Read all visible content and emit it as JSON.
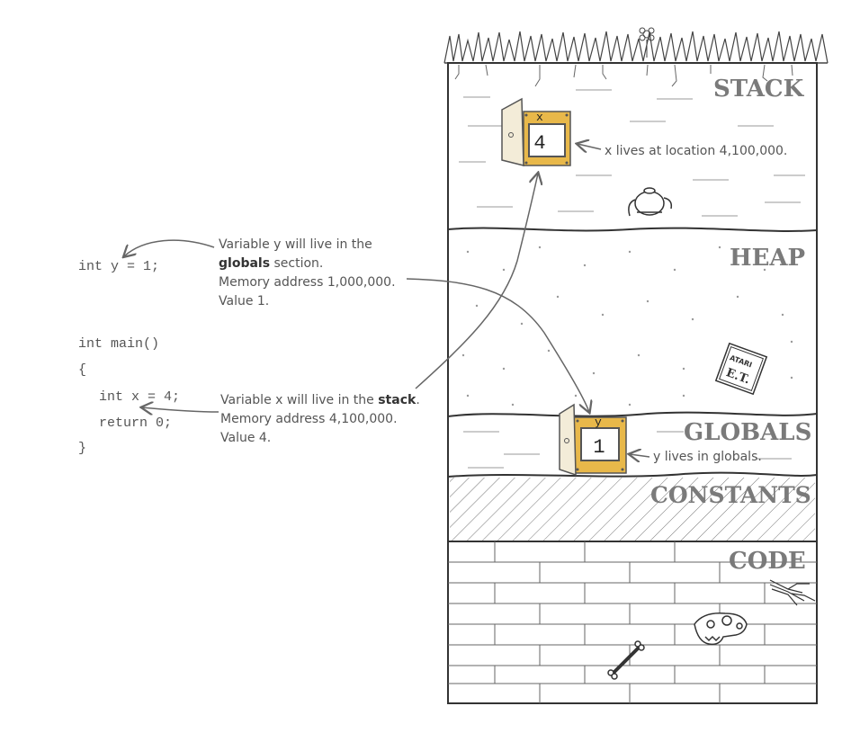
{
  "code": {
    "global_decl": "int y = 1;",
    "main_sig": "int main()",
    "open_brace": "{",
    "local_decl": "int x = 4;",
    "return_stmt": "return 0;",
    "close_brace": "}"
  },
  "annotations": {
    "y_note": {
      "line1": "Variable y will live in the",
      "line2_bold": "globals",
      "line2_rest": " section.",
      "line3": "Memory address 1,000,000.",
      "line4": "Value 1."
    },
    "x_note": {
      "line1_pre": "Variable x will live in the ",
      "line1_bold": "stack",
      "line1_post": ".",
      "line2": "Memory address 4,100,000.",
      "line3": "Value 4."
    },
    "x_location": "x lives at location 4,100,000.",
    "y_location": "y lives in globals."
  },
  "sections": {
    "stack": "STACK",
    "heap": "HEAP",
    "globals": "GLOBALS",
    "constants": "CONSTANTS",
    "code": "CODE"
  },
  "variables": {
    "x": {
      "name": "x",
      "value": "4"
    },
    "y": {
      "name": "y",
      "value": "1"
    }
  },
  "cartridge": {
    "brand": "ATARI",
    "title": "E.T."
  },
  "colors": {
    "ink": "#555555",
    "label": "#7a7a7a",
    "door": "#e8b84a"
  }
}
